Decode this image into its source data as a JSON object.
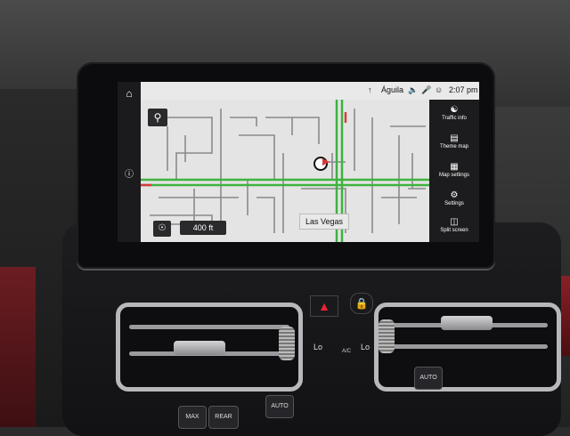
{
  "status_bar": {
    "destination": "Águila",
    "time": "2:07 pm"
  },
  "map": {
    "scale": "400 ft",
    "city": "Las Vegas"
  },
  "right_panel": {
    "items": [
      {
        "label": "Traffic info",
        "icon": "traffic-icon"
      },
      {
        "label": "Theme map",
        "icon": "theme-map-icon"
      },
      {
        "label": "Map settings",
        "icon": "map-settings-icon"
      },
      {
        "label": "Settings",
        "icon": "gear-icon"
      },
      {
        "label": "Split screen",
        "icon": "split-screen-icon"
      }
    ]
  },
  "climate": {
    "left_temp": "Lo",
    "right_temp": "Lo",
    "ac_label": "A/C",
    "buttons": [
      "AUTO",
      "MAX",
      "REAR",
      "AUTO"
    ]
  },
  "colors": {
    "traffic_green": "#3fb23f",
    "traffic_red": "#d93a3a",
    "road": "#9a9a9a"
  }
}
